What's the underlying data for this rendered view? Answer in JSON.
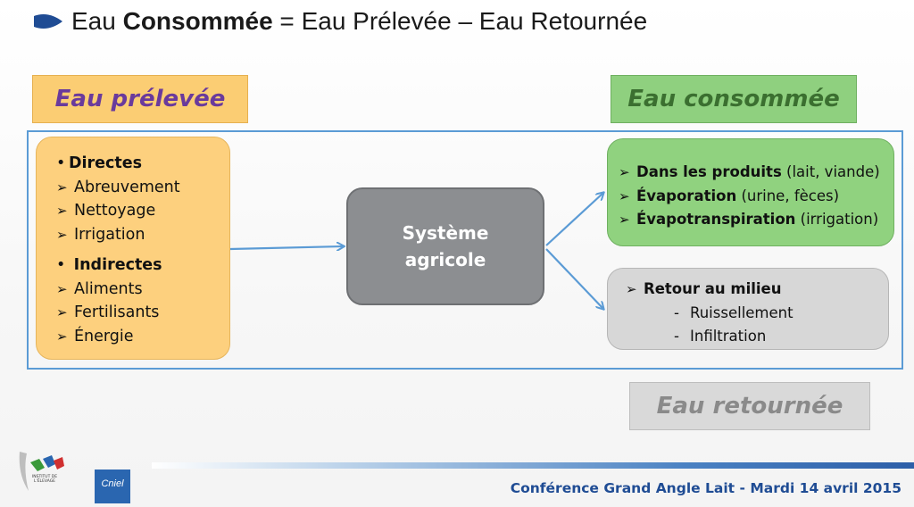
{
  "title": {
    "part1": "Eau ",
    "bold": "Consommée",
    "part2": " = Eau Prélevée – Eau Retournée"
  },
  "labels": {
    "prelevee": "Eau prélevée",
    "consommee": "Eau consommée",
    "retournee": "Eau retournée"
  },
  "left_box": {
    "bullet": "•",
    "arrow": "➢",
    "directes": {
      "heading": "Directes",
      "items": [
        "Abreuvement",
        "Nettoyage",
        "Irrigation"
      ]
    },
    "indirectes": {
      "heading": "Indirectes",
      "items": [
        "Aliments",
        "Fertilisants",
        "Énergie"
      ]
    }
  },
  "center_box": {
    "line1": "Système",
    "line2": "agricole"
  },
  "green_box": {
    "arrow": "➢",
    "items": [
      {
        "bold": "Dans les produits",
        "rest": " (lait, viande)"
      },
      {
        "bold": "Évaporation",
        "rest": " (urine, fèces)"
      },
      {
        "bold": "Évapotranspiration",
        "rest": " (irrigation)"
      }
    ]
  },
  "gray_box": {
    "arrow": "➢",
    "heading": "Retour au milieu",
    "dash": "-",
    "items": [
      "Ruissellement",
      "Infiltration"
    ]
  },
  "footer": "Conférence Grand Angle Lait - Mardi 14 avril 2015",
  "logos": {
    "institut_text": "INSTITUT DE L'ÉLEVAGE",
    "cniel_text": "Cniel"
  },
  "colors": {
    "frame": "#5b9bd5",
    "arrow": "#5b9bd5",
    "prelevee_text": "#6a3a9c",
    "footer_text": "#1f4c94"
  }
}
